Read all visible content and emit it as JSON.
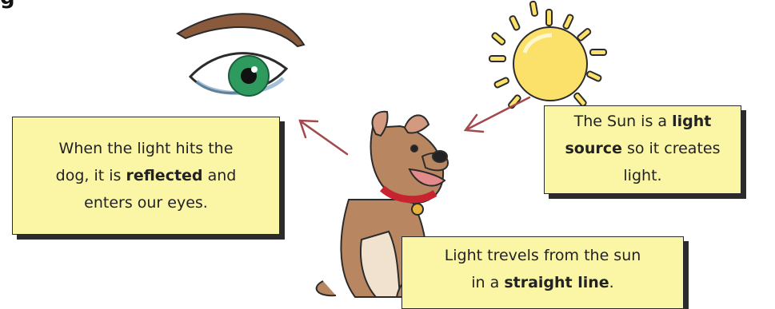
{
  "heading": {
    "text": "g"
  },
  "notes": {
    "reflect": {
      "line1": "When the light hits the",
      "line2_pre": "dog, it is ",
      "line2_bold": "reflected",
      "line2_post": " and",
      "line3": "enters our eyes."
    },
    "sun": {
      "line1_pre": "The Sun is a ",
      "line1_bold": "light",
      "line2_bold": "source",
      "line2_post": " so it creates",
      "line3": "light."
    },
    "travel": {
      "line1": "Light trevels from the sun",
      "line2_pre": "in a ",
      "line2_bold": "straight line",
      "line2_post": "."
    }
  },
  "icons": [
    "eye-icon",
    "sun-icon",
    "dog-icon",
    "arrow-icon"
  ],
  "colors": {
    "note_fill": "#fbf5a6",
    "arrow": "#a3484c",
    "sun": "#fbe06a",
    "iris": "#2e9a5e"
  }
}
